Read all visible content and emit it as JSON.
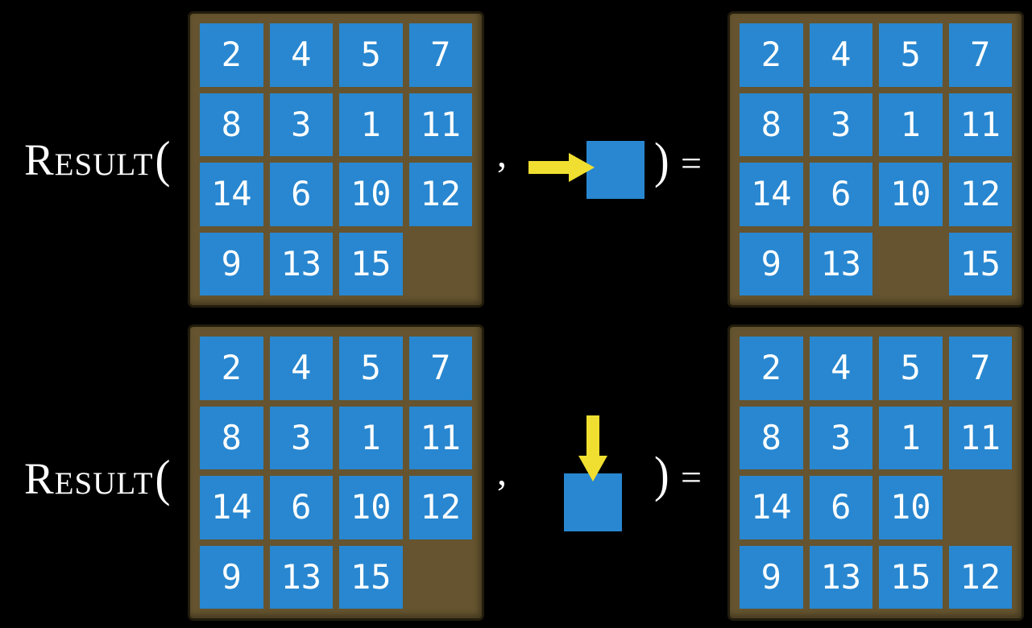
{
  "figure": {
    "function_name": "Result",
    "open_paren": "(",
    "comma": ",",
    "close_paren": ")",
    "equals": "="
  },
  "colors": {
    "background": "#000000",
    "board_brown": "#65542f",
    "board_border": "#221c0d",
    "tile_blue": "#2887d0",
    "tile_text": "#ffffff",
    "arrow_yellow": "#f0df31",
    "label_text": "#ffffff"
  },
  "equations": [
    {
      "input_grid": [
        [
          2,
          4,
          5,
          7
        ],
        [
          8,
          3,
          1,
          11
        ],
        [
          14,
          6,
          10,
          12
        ],
        [
          9,
          13,
          15,
          null
        ]
      ],
      "action": {
        "arrow_direction": "right"
      },
      "output_grid": [
        [
          2,
          4,
          5,
          7
        ],
        [
          8,
          3,
          1,
          11
        ],
        [
          14,
          6,
          10,
          12
        ],
        [
          9,
          13,
          null,
          15
        ]
      ]
    },
    {
      "input_grid": [
        [
          2,
          4,
          5,
          7
        ],
        [
          8,
          3,
          1,
          11
        ],
        [
          14,
          6,
          10,
          12
        ],
        [
          9,
          13,
          15,
          null
        ]
      ],
      "action": {
        "arrow_direction": "down"
      },
      "output_grid": [
        [
          2,
          4,
          5,
          7
        ],
        [
          8,
          3,
          1,
          11
        ],
        [
          14,
          6,
          10,
          null
        ],
        [
          9,
          13,
          15,
          12
        ]
      ]
    }
  ]
}
